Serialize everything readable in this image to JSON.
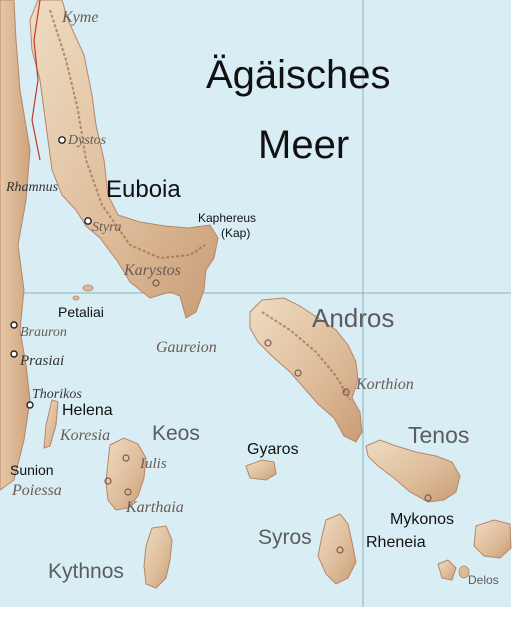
{
  "colors": {
    "sea": "#d9eef4",
    "land_low": "#e8d0b4",
    "land_high": "#c99d78",
    "ridge": "#9b6a4c",
    "grid": "#8ab0bf",
    "coast": "#b6866a",
    "border": "#c0392b",
    "ink": "#111111",
    "serif_ink": "#6b5a55",
    "region_ink": "#5c5c5c"
  },
  "sea_labels": {
    "line1": "Ägäisches",
    "line2": "Meer"
  },
  "regions": {
    "euboia": "Euboia",
    "andros": "Andros",
    "keos": "Keos",
    "tenos": "Tenos",
    "kythnos": "Kythnos",
    "syros": "Syros",
    "mykonos": "Mykonos",
    "rheneia": "Rheneia",
    "gyaros": "Gyaros",
    "helena": "Helena",
    "petaliai": "Petaliai",
    "sunion": "Sunion",
    "delos": "Delos"
  },
  "cape": {
    "name": "Kaphereus",
    "note": "(Kap)"
  },
  "places": {
    "kyme": "Kyme",
    "dystos": "Dystos",
    "rhamnus": "Rhamnus",
    "styra": "Styra",
    "karystos": "Karystos",
    "brauron": "Brauron",
    "prasiai": "Prasiai",
    "thorikos": "Thorikos",
    "koresia": "Koresia",
    "iulis": "Iulis",
    "poiessa": "Poiessa",
    "karthaia": "Karthaia",
    "gaureion": "Gaureion",
    "korthion": "Korthion"
  }
}
